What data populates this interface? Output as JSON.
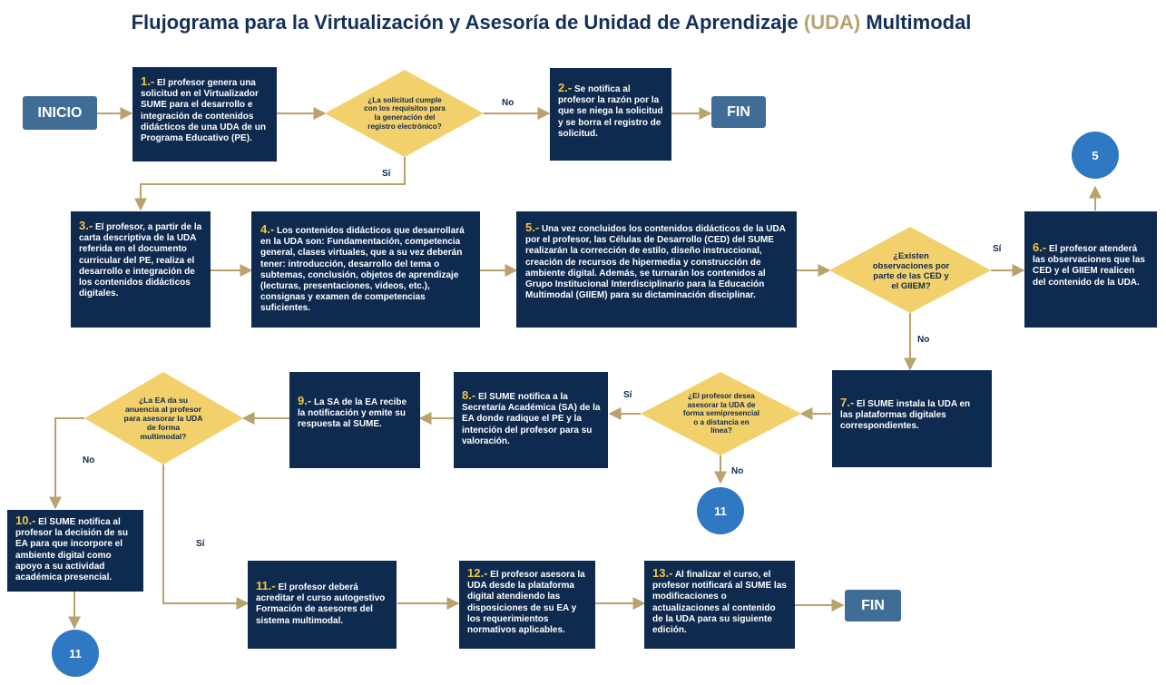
{
  "title": {
    "before": "Flujograma para la Virtualización y Asesoría de Unidad de Aprendizaje ",
    "highlight": "(UDA)",
    "after": " Multimodal"
  },
  "terminals": {
    "inicio": "INICIO",
    "fin1": "FIN",
    "fin2": "FIN"
  },
  "connectors": {
    "c5": "5",
    "c11a": "11",
    "c11b": "11"
  },
  "steps": {
    "s1": {
      "num": "1.-",
      "text": " El profesor genera una solicitud en el Virtualizador SUME para el desarrollo e integración de contenidos didácticos de una UDA de un Programa Educativo (PE)."
    },
    "s2": {
      "num": "2.-",
      "text": " Se notifica al profesor la razón por la que se niega la solicitud y se borra el registro de solicitud."
    },
    "s3": {
      "num": "3.-",
      "text": " El profesor, a partir de la carta descriptiva de la UDA referida en el documento curricular del PE, realiza el desarrollo e integración de los contenidos didácticos digitales."
    },
    "s4": {
      "num": "4.-",
      "text": " Los contenidos didácticos que desarrollará en la UDA son: Fundamentación, competencia general, clases virtuales, que a su vez deberán tener: introducción, desarrollo del tema o subtemas, conclusión, objetos de aprendizaje (lecturas, presentaciones, videos, etc.), consignas y examen de competencias suficientes."
    },
    "s5": {
      "num": "5.-",
      "text": " Una vez concluidos los contenidos didácticos de la UDA por el profesor, las Células de Desarrollo (CED) del SUME realizarán la corrección de estilo, diseño instruccional, creación de recursos de hipermedia y construcción de ambiente digital. Además, se turnarán los contenidos al Grupo Institucional Interdisciplinario para la Educación Multimodal (GIIEM)  para su dictaminación disciplinar."
    },
    "s6": {
      "num": "6.-",
      "text": " El profesor atenderá las observaciones que las CED y el GIIEM realicen del contenido de la UDA."
    },
    "s7": {
      "num": "7.-",
      "text": " El SUME instala la UDA en las plataformas digitales correspondientes."
    },
    "s8": {
      "num": "8.-",
      "text": " El SUME notifica a la Secretaría Académica (SA) de la EA donde radique el PE y la intención del profesor para su valoración."
    },
    "s9": {
      "num": "9.-",
      "text": " La SA de la EA recibe la notificación y emite su respuesta al SUME."
    },
    "s10": {
      "num": "10.-",
      "text": " El SUME notifica al profesor la decisión de su EA para que incorpore el ambiente digital como apoyo a su actividad académica presencial."
    },
    "s11": {
      "num": "11.-",
      "text": " El profesor  deberá acreditar el curso autogestivo Formación de asesores del sistema multimodal."
    },
    "s12": {
      "num": "12.-",
      "text": " El profesor asesora la UDA desde la plataforma digital atendiendo las disposiciones de su EA y los requerimientos normativos aplicables."
    },
    "s13": {
      "num": "13.-",
      "text": " Al finalizar el curso, el profesor notificará al SUME las modificaciones o actualizaciones al contenido de la UDA para su siguiente edición."
    }
  },
  "decisions": {
    "d1": "¿La solicitud cumple con los requisitos para la generación del registro electrónico?",
    "d2": "¿Existen observaciones por parte de las CED y el GIIEM?",
    "d3": "¿El profesor desea asesorar la UDA de forma semipresencial o a distancia en línea?",
    "d4": "¿La EA da su anuencia al profesor para asesorar la UDA de forma multimodal?"
  },
  "labels": {
    "d1_no": "No",
    "d1_si": "Sí",
    "d2_si": "Sí",
    "d2_no": "No",
    "d3_si": "Sí",
    "d3_no": "No",
    "d4_no": "No",
    "d4_si": "Sí"
  },
  "colors": {
    "box": "#0f2a4f",
    "diamond": "#f2d06b",
    "arrow": "#b9a26b",
    "terminal": "#3f6d96",
    "connector": "#2f78c3",
    "number": "#f4c542"
  }
}
